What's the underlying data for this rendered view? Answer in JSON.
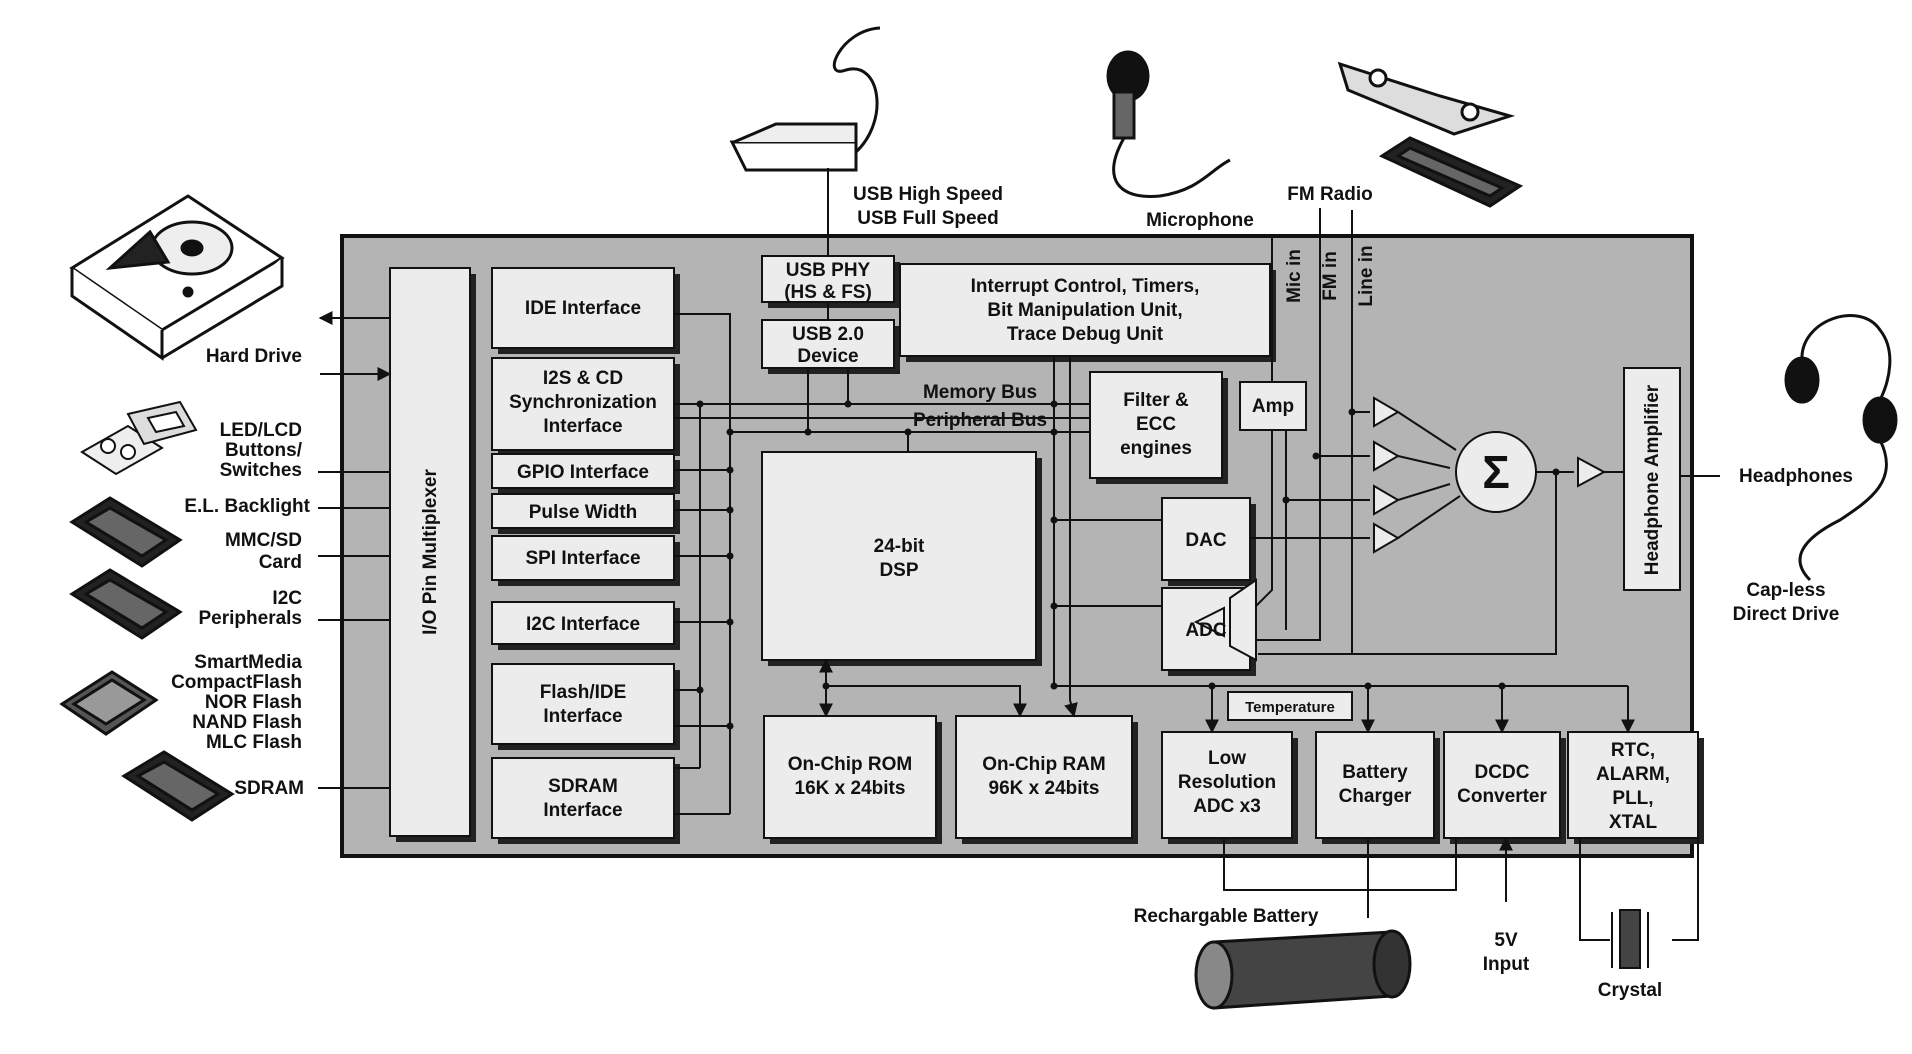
{
  "colors": {
    "chip_fill": "#b4b4b4",
    "block_fill": "#ececec",
    "stroke": "#111111",
    "shadow": "#222222"
  },
  "top": {
    "usb": [
      "USB High Speed",
      "USB Full Speed"
    ],
    "microphone": "Microphone",
    "fm_radio": "FM Radio"
  },
  "left": {
    "hard_drive": "Hard Drive",
    "led_lcd": [
      "LED/LCD",
      "Buttons/",
      "Switches"
    ],
    "el_backlight": "E.L. Backlight",
    "mmc_sd": [
      "MMC/SD",
      "Card"
    ],
    "i2c_periph": [
      "I2C",
      "Peripherals"
    ],
    "flash_media": [
      "SmartMedia",
      "CompactFlash",
      "NOR Flash",
      "NAND Flash",
      "MLC Flash"
    ],
    "sdram": "SDRAM"
  },
  "right": {
    "headphones": "Headphones",
    "capless": [
      "Cap-less",
      "Direct Drive"
    ]
  },
  "bottom": {
    "battery": "Rechargable Battery",
    "five_v": [
      "5V",
      "Input"
    ],
    "crystal": "Crystal"
  },
  "blocks": {
    "io_mux": "I/O Pin Multiplexer",
    "ide": "IDE Interface",
    "i2s": [
      "I2S & CD",
      "Synchronization",
      "Interface"
    ],
    "gpio": "GPIO Interface",
    "pwm": "Pulse Width",
    "spi": "SPI Interface",
    "i2c": "I2C Interface",
    "flash_ide": [
      "Flash/IDE",
      "Interface"
    ],
    "sdram_if": [
      "SDRAM",
      "Interface"
    ],
    "usb_phy": [
      "USB PHY",
      "(HS & FS)"
    ],
    "usb_dev": [
      "USB 2.0",
      "Device"
    ],
    "interrupt": [
      "Interrupt Control, Timers,",
      "Bit Manipulation Unit,",
      "Trace Debug Unit"
    ],
    "memory_bus": "Memory Bus",
    "peripheral_bus": "Peripheral Bus",
    "filter": [
      "Filter &",
      "ECC",
      "engines"
    ],
    "amp": "Amp",
    "dsp": [
      "24-bit",
      "DSP"
    ],
    "dac": "DAC",
    "adc": "ADC",
    "mic_in": "Mic in",
    "fm_in": "FM in",
    "line_in": "Line in",
    "sigma": "Σ",
    "hp_amp": "Headphone Amplifier",
    "rom": [
      "On-Chip ROM",
      "16K x 24bits"
    ],
    "ram": [
      "On-Chip RAM",
      "96K x 24bits"
    ],
    "temperature": "Temperature",
    "lowres": [
      "Low",
      "Resolution",
      "ADC x3"
    ],
    "charger": [
      "Battery",
      "Charger"
    ],
    "dcdc": [
      "DCDC",
      "Converter"
    ],
    "rtc": [
      "RTC,",
      "ALARM,",
      "PLL,",
      "XTAL"
    ]
  }
}
